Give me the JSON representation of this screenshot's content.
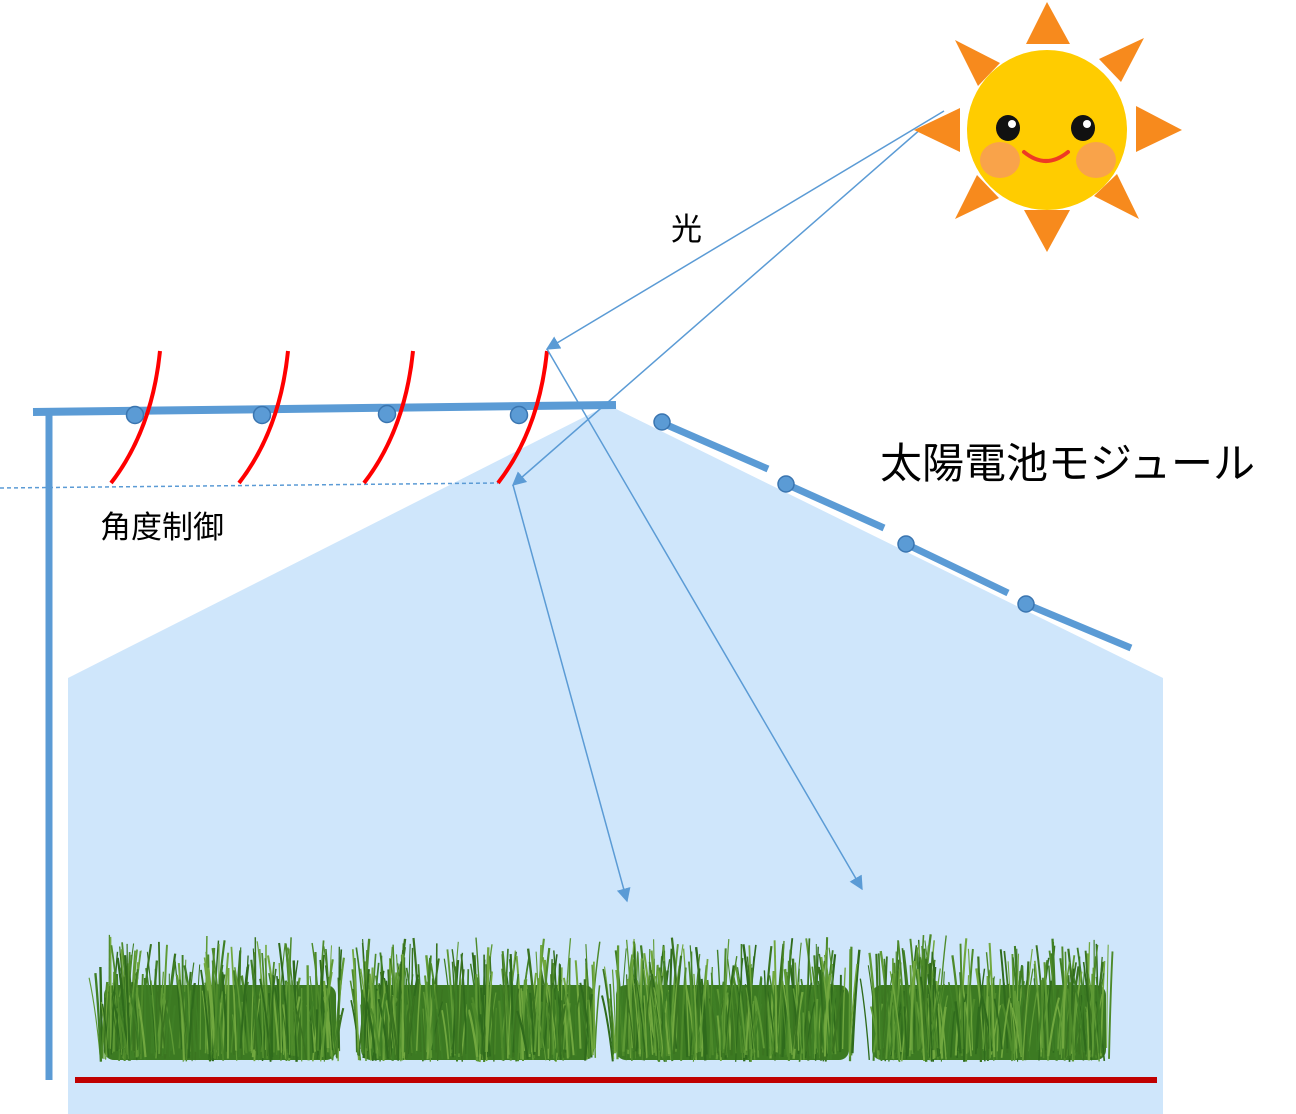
{
  "labels": {
    "light": "光",
    "angle_control": "角度制御",
    "solar_module": "太陽電池モジュール"
  },
  "colors": {
    "greenhouse_fill": "#cfe6fb",
    "frame_blue": "#5b9bd5",
    "blade_red": "#ff0000",
    "ground_red": "#c00000",
    "sun_yellow": "#ffcc00",
    "sun_ray_orange": "#f78a1d",
    "cheek_orange": "#f9a34a",
    "grass_green": "#4d8a2a"
  },
  "icons": {
    "sun": "smiling-sun-icon",
    "crops": "grass-icon"
  }
}
